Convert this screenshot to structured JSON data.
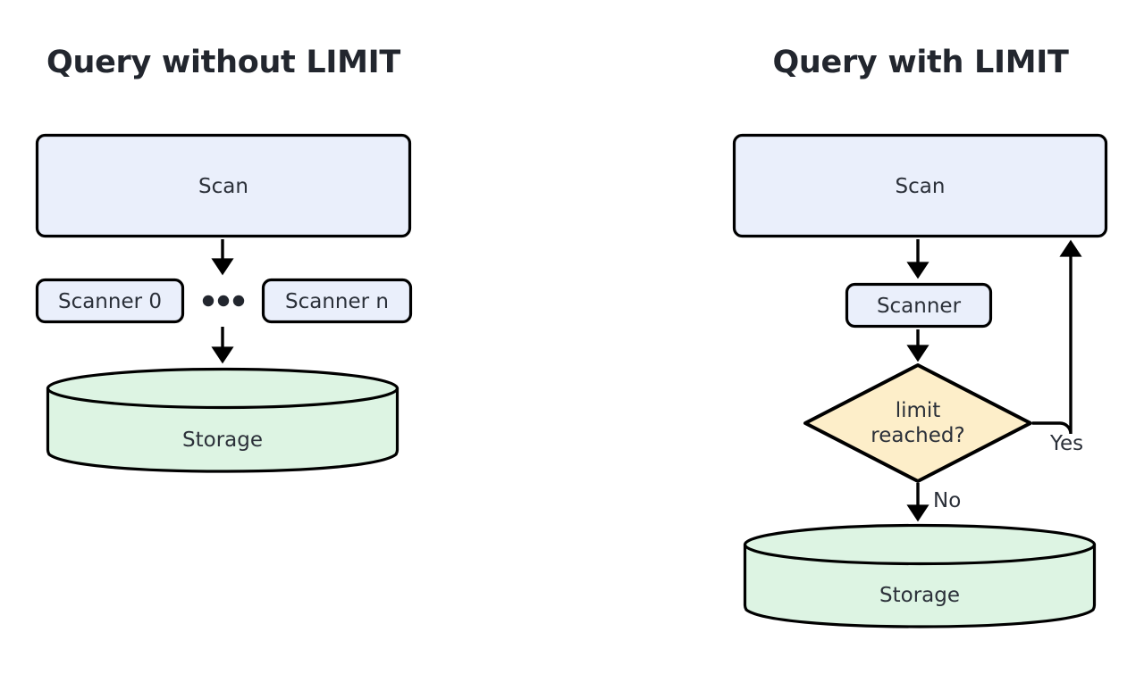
{
  "diagram": {
    "panels": [
      {
        "id": "without-limit",
        "title": "Query without LIMIT",
        "nodes": [
          {
            "id": "scan",
            "label": "Scan",
            "shape": "rounded-rect",
            "fill": "#eaeffb"
          },
          {
            "id": "scanner-0",
            "label": "Scanner 0",
            "shape": "rounded-rect",
            "fill": "#eaeffb"
          },
          {
            "id": "scanner-n",
            "label": "Scanner n",
            "shape": "rounded-rect",
            "fill": "#eaeffb"
          },
          {
            "id": "ellipsis",
            "label": "•••",
            "shape": "dots",
            "fill": "#22262e"
          },
          {
            "id": "storage",
            "label": "Storage",
            "shape": "cylinder",
            "fill": "#ddf4e3"
          }
        ],
        "edges": [
          {
            "from": "scan",
            "to": "scanners",
            "label": ""
          },
          {
            "from": "scanners",
            "to": "storage",
            "label": ""
          }
        ]
      },
      {
        "id": "with-limit",
        "title": "Query with LIMIT",
        "nodes": [
          {
            "id": "scan",
            "label": "Scan",
            "shape": "rounded-rect",
            "fill": "#eaeffb"
          },
          {
            "id": "scanner",
            "label": "Scanner",
            "shape": "rounded-rect",
            "fill": "#eaeffb"
          },
          {
            "id": "decision",
            "label": "limit reached?",
            "label_line1": "limit",
            "label_line2": "reached?",
            "shape": "diamond",
            "fill": "#fdeec9"
          },
          {
            "id": "storage",
            "label": "Storage",
            "shape": "cylinder",
            "fill": "#ddf4e3"
          }
        ],
        "edges": [
          {
            "from": "scan",
            "to": "scanner",
            "label": ""
          },
          {
            "from": "scanner",
            "to": "decision",
            "label": ""
          },
          {
            "from": "decision",
            "to": "scan",
            "label": "Yes"
          },
          {
            "from": "decision",
            "to": "storage",
            "label": "No"
          }
        ]
      }
    ],
    "colors": {
      "process_fill": "#eaeffb",
      "storage_fill": "#ddf4e3",
      "decision_fill": "#fdeec9",
      "stroke": "#000000",
      "title_text": "#22262e",
      "body_text": "#2b3039",
      "background": "#ffffff"
    }
  }
}
